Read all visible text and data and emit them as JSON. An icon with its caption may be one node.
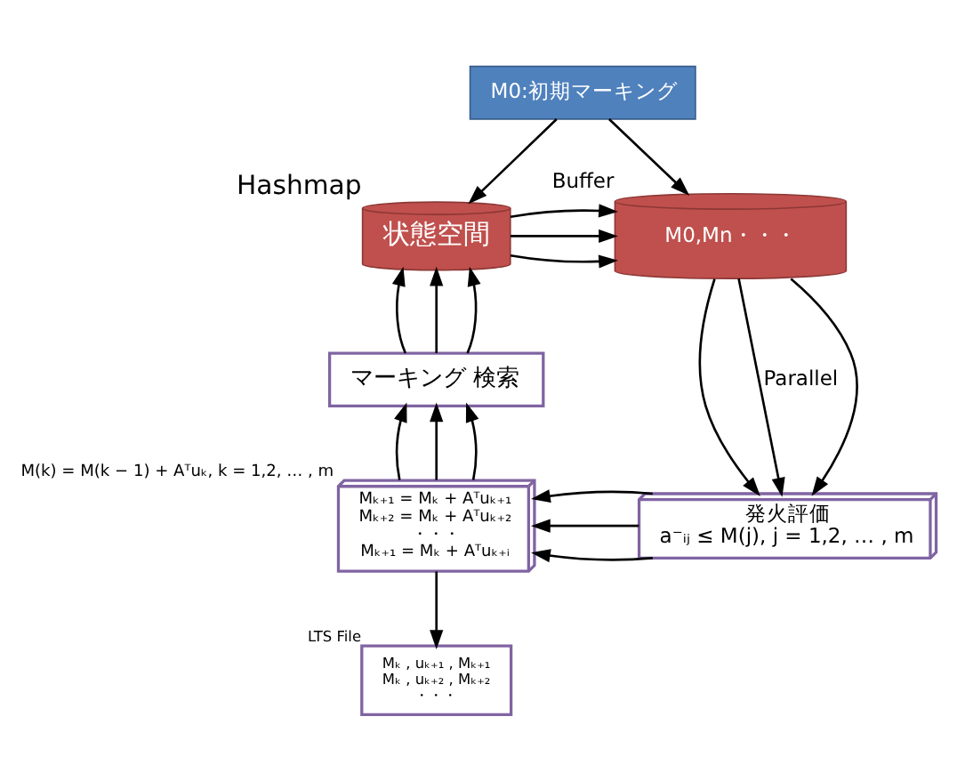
{
  "diagram": {
    "nodes": [
      {
        "text": [
          "M0:初期マーキング"
        ]
      },
      {
        "text": [
          "状態空間"
        ],
        "beside": [
          "Hashmap"
        ]
      },
      {
        "text": [
          "M0,Mn・・・"
        ],
        "beside": [
          "Buffer"
        ]
      },
      {
        "text": [
          "発火評価",
          "a⁻ᵢⱼ ≤ M(j), j = 1,2, … , m"
        ]
      },
      {
        "text": [
          "Mₖ₊₁ = Mₖ + Aᵀuₖ₊₁",
          "Mₖ₊₂ = Mₖ + Aᵀuₖ₊₂",
          "・・・",
          "Mₖ₊₁ = Mₖ + Aᵀuₖ₊ᵢ"
        ],
        "beside": [
          "M(k) = M(k − 1) + Aᵀuₖ, k = 1,2, … , m"
        ]
      },
      {
        "text": [
          "マーキング 検索"
        ]
      },
      {
        "text": [
          "Mₖ , uₖ₊₁ , Mₖ₊₁",
          "Mₖ , uₖ₊₂ , Mₖ₊₂",
          "・・・"
        ],
        "beside": [
          "LTS File"
        ]
      }
    ],
    "edges": [
      {
        "from": 0,
        "to": 1,
        "arrow": "to"
      },
      {
        "from": 0,
        "to": 2,
        "arrow": "to"
      },
      {
        "from": 1,
        "to": 2,
        "arrow": "to"
      },
      {
        "from": 1,
        "to": 2,
        "arrow": "to"
      },
      {
        "from": 1,
        "to": 2,
        "arrow": "to"
      },
      {
        "from": 2,
        "to": 3,
        "arrow": "to"
      },
      {
        "from": 2,
        "to": 3,
        "arrow": "to",
        "label": "Parallel"
      },
      {
        "from": 2,
        "to": 3,
        "arrow": "to"
      },
      {
        "from": 3,
        "to": 4,
        "arrow": "to"
      },
      {
        "from": 3,
        "to": 4,
        "arrow": "to"
      },
      {
        "from": 3,
        "to": 4,
        "arrow": "to"
      },
      {
        "from": 4,
        "to": 5,
        "arrow": "to"
      },
      {
        "from": 4,
        "to": 5,
        "arrow": "to"
      },
      {
        "from": 4,
        "to": 5,
        "arrow": "to"
      },
      {
        "from": 5,
        "to": 1,
        "arrow": "to"
      },
      {
        "from": 5,
        "to": 1,
        "arrow": "to"
      },
      {
        "from": 5,
        "to": 1,
        "arrow": "to"
      },
      {
        "from": 4,
        "to": 6,
        "arrow": "to"
      }
    ]
  }
}
